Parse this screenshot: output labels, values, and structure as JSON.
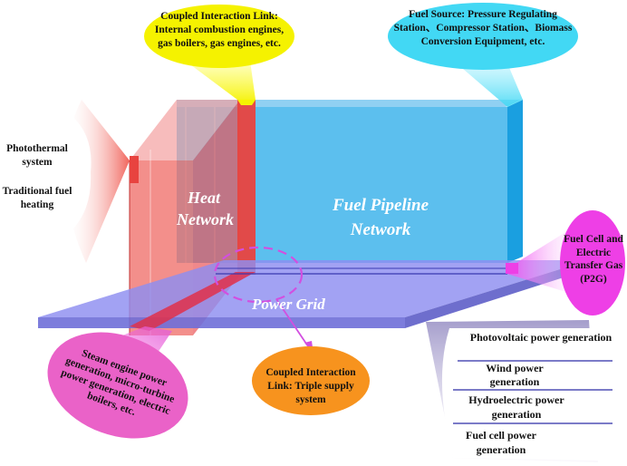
{
  "networks": {
    "heat": "Heat Network",
    "fuel": "Fuel Pipeline Network",
    "power": "Power Grid"
  },
  "callouts": {
    "coupled_top": "Coupled Interaction Link: Internal combustion engines, gas boilers, gas engines, etc.",
    "fuel_source": "Fuel Source: Pressure Regulating Station、Compressor Station、Biomass Conversion Equipment, etc.",
    "photothermal": "Photothermal system",
    "traditional": "Traditional fuel heating",
    "fuel_cell": "Fuel Cell and Electric Transfer Gas (P2G)",
    "steam": "Steam engine power generation, micro-turbine power generation, electric boilers, etc.",
    "coupled_bottom": "Coupled Interaction Link: Triple supply system"
  },
  "power_sources": [
    "Photovoltaic power generation",
    "Wind power generation",
    "Hydroelectric power generation",
    "Fuel cell power generation"
  ],
  "colors": {
    "heat": "#e8433f",
    "fuel": "#45b6ec",
    "power": "#8e8ef0",
    "yellow": "#f5f200",
    "cyan": "#42d8f4",
    "magenta": "#ee3fe6",
    "orange": "#f7931e",
    "pink": "#ea62c8",
    "lavender": "#d8d0e8"
  }
}
